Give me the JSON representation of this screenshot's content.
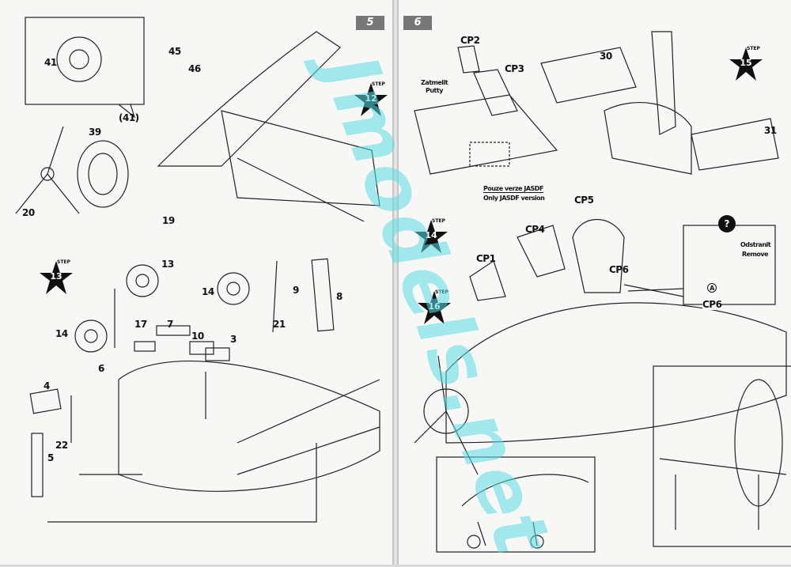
{
  "left_page": {
    "page_number": "5",
    "step_label": "STEP",
    "steps": [
      "12",
      "13"
    ],
    "part_numbers": {
      "engine": "41",
      "engine_ref": "(41)",
      "p45": "45",
      "p46": "46",
      "cowling": "39",
      "propeller": "20",
      "p19": "19",
      "wheel_a": "13",
      "wheel_b": "14",
      "p9": "9",
      "p21": "21",
      "p8": "8",
      "p17": "17",
      "p7": "7",
      "p10": "10",
      "p3": "3",
      "wheel_c": "14",
      "p6": "6",
      "p4": "4",
      "p22": "22",
      "p5": "5"
    }
  },
  "right_page": {
    "page_number": "6",
    "step_label": "STEP",
    "steps": [
      "15",
      "14",
      "16"
    ],
    "part_numbers": {
      "cp2": "CP2",
      "cp3": "CP3",
      "p30": "30",
      "p31": "31",
      "cp5": "CP5",
      "cp4": "CP4",
      "cp1": "CP1",
      "cp6": "CP6",
      "cp6b": "CP6",
      "a": "A"
    },
    "putty_cz": "Zatmelit",
    "putty_en": "Putty",
    "version_cz": "Pouze verze JASDF",
    "version_en": "Only JASDF version",
    "optional_badge": "?",
    "remove_cz": "Odstranit",
    "remove_en": "Remove"
  },
  "watermark": "Jmodels.net"
}
